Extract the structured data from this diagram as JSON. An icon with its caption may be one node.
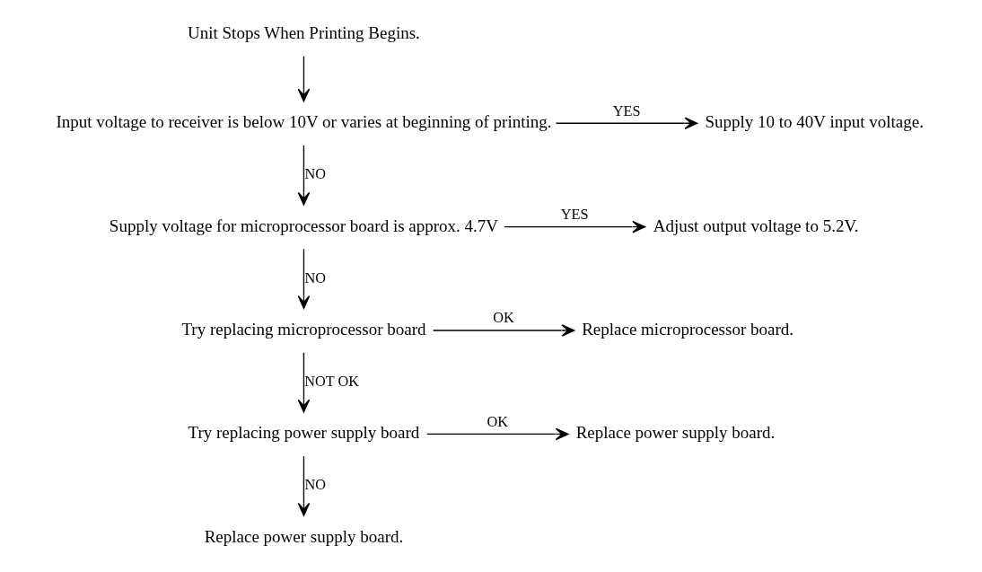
{
  "diagram": {
    "nodes": [
      {
        "text": [
          "Unit Stops When Printing Begins."
        ]
      },
      {
        "text": [
          "Input voltage to receiver is below 10V or varies at beginning of printing."
        ]
      },
      {
        "text": [
          "Supply 10 to 40V input voltage."
        ]
      },
      {
        "text": [
          "Supply voltage for microprocessor board is approx. 4.7V"
        ]
      },
      {
        "text": [
          "Adjust output voltage to 5.2V."
        ]
      },
      {
        "text": [
          "Try replacing microprocessor board"
        ]
      },
      {
        "text": [
          "Replace microprocessor board."
        ]
      },
      {
        "text": [
          "Try replacing power supply board"
        ]
      },
      {
        "text": [
          "Replace power supply board."
        ]
      },
      {
        "text": [
          "Replace power supply board."
        ]
      }
    ],
    "edges": [
      {
        "from": 0,
        "to": 1,
        "arrow": "to"
      },
      {
        "from": 1,
        "to": 2,
        "arrow": "to",
        "label": "YES"
      },
      {
        "from": 1,
        "to": 3,
        "arrow": "to",
        "label": "NO"
      },
      {
        "from": 3,
        "to": 4,
        "arrow": "to",
        "label": "YES"
      },
      {
        "from": 3,
        "to": 5,
        "arrow": "to",
        "label": "NO"
      },
      {
        "from": 5,
        "to": 6,
        "arrow": "to",
        "label": "OK"
      },
      {
        "from": 5,
        "to": 7,
        "arrow": "to",
        "label": "NOT OK"
      },
      {
        "from": 7,
        "to": 8,
        "arrow": "to",
        "label": "OK"
      },
      {
        "from": 7,
        "to": 9,
        "arrow": "to",
        "label": "NO"
      }
    ]
  }
}
